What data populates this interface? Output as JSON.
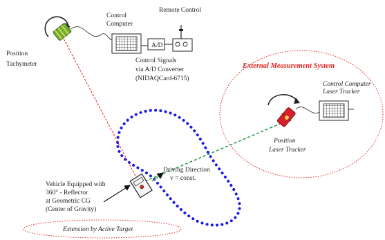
{
  "labels": {
    "remote_control": "Remote Control",
    "control_computer_1": "Control",
    "control_computer_2": "Computer",
    "ad_box": "A/D",
    "signals_1": "Control Signals",
    "signals_2": "via A/D Converter",
    "signals_3": "(NIDAQCard-6715)",
    "position_1": "Position",
    "position_2": "Tachymeter",
    "ext_system": "External Measurement System",
    "cc_tracker_1": "Control Computer",
    "cc_tracker_2": "Laser Tracker",
    "pos_tracker_1": "Position",
    "pos_tracker_2": "Laser Tracker",
    "driving_1": "Driving Direction",
    "driving_2": "v = const.",
    "vehicle_1": "Vehicle Equipped with",
    "vehicle_2": "360° - Reflector",
    "vehicle_3": "at Geometric CG",
    "vehicle_4": "(Center of Gravity)",
    "extension": "Extension by Active Target"
  },
  "colors": {
    "track_dots": "#1a1ae6",
    "sight_line_red": "#e0201c",
    "sight_line_green": "#2a9a4a",
    "annotation_red": "#e0201c",
    "instrument_green": "#6fb03a"
  },
  "icons": [
    "tachymeter-icon",
    "control-computer-icon",
    "remote-control-icon",
    "laser-tracker-icon",
    "tracker-computer-icon",
    "vehicle-icon",
    "rotation-arrow-icon"
  ]
}
